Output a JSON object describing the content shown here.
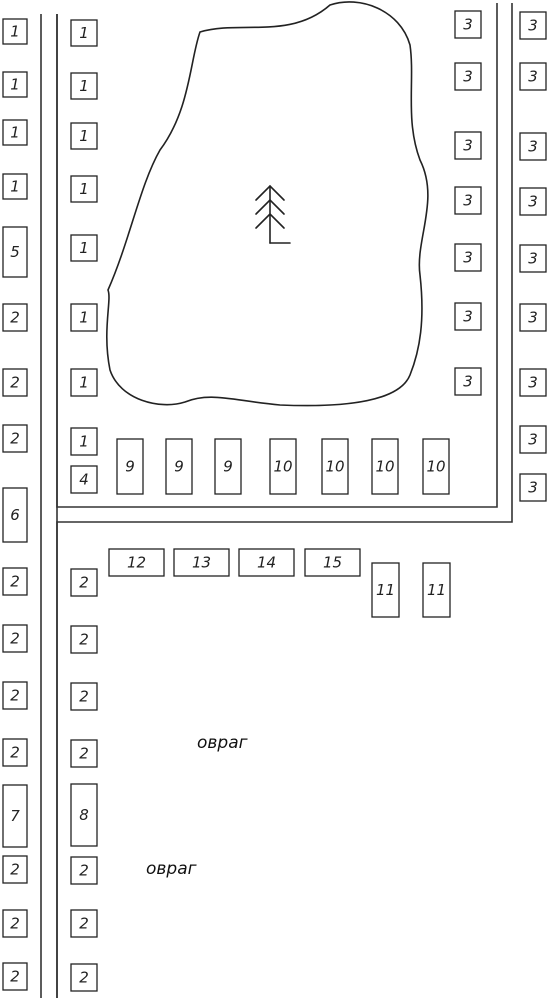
{
  "plots": [
    {
      "id": "left-1a",
      "label": "1"
    },
    {
      "id": "left-1b",
      "label": "1"
    },
    {
      "id": "left-1c",
      "label": "1"
    },
    {
      "id": "left-1d",
      "label": "1"
    },
    {
      "id": "left-5",
      "label": "5"
    },
    {
      "id": "left-2a",
      "label": "2"
    },
    {
      "id": "left-2b",
      "label": "2"
    },
    {
      "id": "left-2c",
      "label": "2"
    },
    {
      "id": "left-6",
      "label": "6"
    },
    {
      "id": "left-2d",
      "label": "2"
    },
    {
      "id": "left-2e",
      "label": "2"
    },
    {
      "id": "left-2f",
      "label": "2"
    },
    {
      "id": "left-2g",
      "label": "2"
    },
    {
      "id": "left-7",
      "label": "7"
    },
    {
      "id": "left-2h",
      "label": "2"
    },
    {
      "id": "left-2i",
      "label": "2"
    },
    {
      "id": "left-2j",
      "label": "2"
    },
    {
      "id": "in-1a",
      "label": "1"
    },
    {
      "id": "in-1b",
      "label": "1"
    },
    {
      "id": "in-1c",
      "label": "1"
    },
    {
      "id": "in-1d",
      "label": "1"
    },
    {
      "id": "in-1e",
      "label": "1"
    },
    {
      "id": "in-1f",
      "label": "1"
    },
    {
      "id": "in-1g",
      "label": "1"
    },
    {
      "id": "in-1h",
      "label": "1"
    },
    {
      "id": "in-4",
      "label": "4"
    },
    {
      "id": "row-9a",
      "label": "9"
    },
    {
      "id": "row-9b",
      "label": "9"
    },
    {
      "id": "row-9c",
      "label": "9"
    },
    {
      "id": "row-10a",
      "label": "10"
    },
    {
      "id": "row-10b",
      "label": "10"
    },
    {
      "id": "row-10c",
      "label": "10"
    },
    {
      "id": "row-10d",
      "label": "10"
    },
    {
      "id": "in-3a",
      "label": "3"
    },
    {
      "id": "in-3b",
      "label": "3"
    },
    {
      "id": "in-3c",
      "label": "3"
    },
    {
      "id": "in-3d",
      "label": "3"
    },
    {
      "id": "in-3e",
      "label": "3"
    },
    {
      "id": "in-3f",
      "label": "3"
    },
    {
      "id": "in-3g",
      "label": "3"
    },
    {
      "id": "right-3a",
      "label": "3"
    },
    {
      "id": "right-3b",
      "label": "3"
    },
    {
      "id": "right-3c",
      "label": "3"
    },
    {
      "id": "right-3d",
      "label": "3"
    },
    {
      "id": "right-3e",
      "label": "3"
    },
    {
      "id": "right-3f",
      "label": "3"
    },
    {
      "id": "right-3g",
      "label": "3"
    },
    {
      "id": "right-3h",
      "label": "3"
    },
    {
      "id": "right-3i",
      "label": "3"
    },
    {
      "id": "low-12",
      "label": "12"
    },
    {
      "id": "low-13",
      "label": "13"
    },
    {
      "id": "low-14",
      "label": "14"
    },
    {
      "id": "low-15",
      "label": "15"
    },
    {
      "id": "low-11a",
      "label": "11"
    },
    {
      "id": "low-11b",
      "label": "11"
    },
    {
      "id": "low-2a",
      "label": "2"
    },
    {
      "id": "low-2b",
      "label": "2"
    },
    {
      "id": "low-2c",
      "label": "2"
    },
    {
      "id": "low-2d",
      "label": "2"
    },
    {
      "id": "low-8",
      "label": "8"
    },
    {
      "id": "low-2e",
      "label": "2"
    },
    {
      "id": "low-2f",
      "label": "2"
    },
    {
      "id": "low-2g",
      "label": "2"
    }
  ],
  "labels": {
    "ravine_1": "овраг",
    "ravine_2": "овраг"
  },
  "icons": {
    "tree": "tree-icon"
  }
}
